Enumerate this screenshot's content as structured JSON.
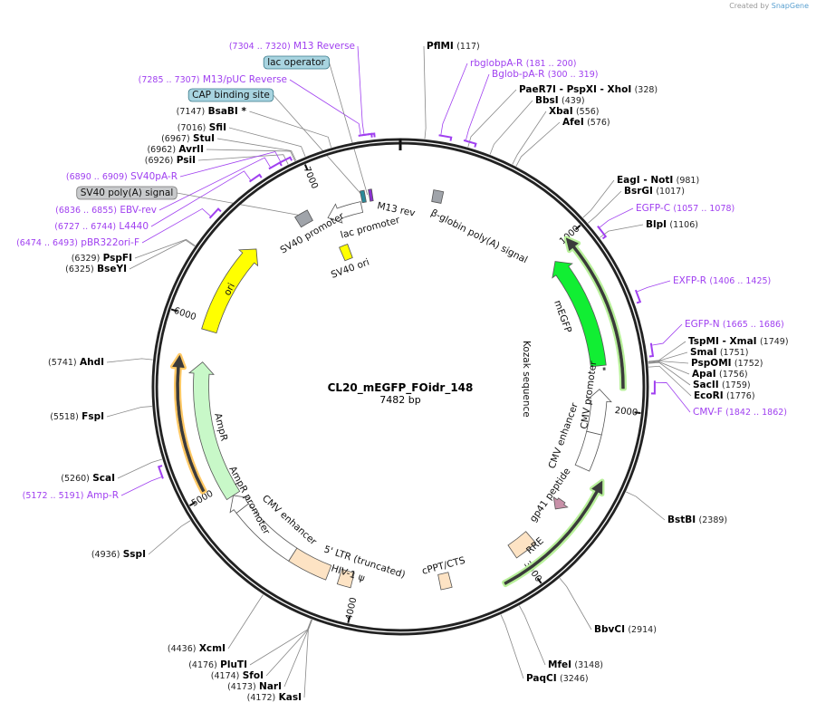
{
  "credit": {
    "prefix": "Created by",
    "brand": "SnapGene"
  },
  "plasmid": {
    "name": "CL20_mEGFP_FOidr_148",
    "length_label": "7482 bp",
    "length_bp": 7482
  },
  "ticks": [
    1000,
    2000,
    3000,
    4000,
    5000,
    6000,
    7000
  ],
  "colors": {
    "backbone": "#222222",
    "primer": "#a040f0",
    "enzyme_line": "#888888",
    "box_blue": "#a8d4e0",
    "box_gray": "#c8cacc"
  },
  "enzymes": [
    {
      "name": "PflMI",
      "pos": 117
    },
    {
      "name": "PaeR7I  - PspXI  - XhoI",
      "pos": 328
    },
    {
      "name": "BbsI",
      "pos": 439
    },
    {
      "name": "XbaI",
      "pos": 556
    },
    {
      "name": "AfeI",
      "pos": 576
    },
    {
      "name": "EagI  - NotI",
      "pos": 981
    },
    {
      "name": "BsrGI",
      "pos": 1017
    },
    {
      "name": "BlpI",
      "pos": 1106
    },
    {
      "name": "TspMI  - XmaI",
      "pos": 1749
    },
    {
      "name": "SmaI",
      "pos": 1751
    },
    {
      "name": "PspOMI",
      "pos": 1752
    },
    {
      "name": "ApaI",
      "pos": 1756
    },
    {
      "name": "SacII",
      "pos": 1759
    },
    {
      "name": "EcoRI",
      "pos": 1776
    },
    {
      "name": "BstBI",
      "pos": 2389
    },
    {
      "name": "BbvCI",
      "pos": 2914
    },
    {
      "name": "MfeI",
      "pos": 3148
    },
    {
      "name": "PaqCI",
      "pos": 3246
    },
    {
      "name": "KasI",
      "pos": 4172
    },
    {
      "name": "NarI",
      "pos": 4173
    },
    {
      "name": "SfoI",
      "pos": 4174
    },
    {
      "name": "PluTI",
      "pos": 4176
    },
    {
      "name": "XcmI",
      "pos": 4436
    },
    {
      "name": "SspI",
      "pos": 4936
    },
    {
      "name": "ScaI",
      "pos": 5260
    },
    {
      "name": "FspI",
      "pos": 5518
    },
    {
      "name": "AhdI",
      "pos": 5741
    },
    {
      "name": "BseYI",
      "pos": 6325
    },
    {
      "name": "PspFI",
      "pos": 6329
    },
    {
      "name": "PsiI",
      "pos": 6926
    },
    {
      "name": "AvrII",
      "pos": 6962
    },
    {
      "name": "StuI",
      "pos": 6967
    },
    {
      "name": "SfiI",
      "pos": 7016
    },
    {
      "name": "BsaBI *",
      "pos": 7147
    }
  ],
  "primers": [
    {
      "name": "rbglobpA-R",
      "range": "(181 .. 200)",
      "start": 181,
      "end": 200
    },
    {
      "name": "Bglob-pA-R",
      "range": "(300 .. 319)",
      "start": 300,
      "end": 319
    },
    {
      "name": "EGFP-C",
      "range": "(1057 .. 1078)",
      "start": 1057,
      "end": 1078
    },
    {
      "name": "EXFP-R",
      "range": "(1406 .. 1425)",
      "start": 1406,
      "end": 1425
    },
    {
      "name": "EGFP-N",
      "range": "(1665 .. 1686)",
      "start": 1665,
      "end": 1686
    },
    {
      "name": "CMV-F",
      "range": "(1842 .. 1862)",
      "start": 1842,
      "end": 1862
    },
    {
      "name": "Amp-R",
      "range": "(5172 .. 5191)",
      "start": 5172,
      "end": 5191
    },
    {
      "name": "pBR322ori-F",
      "range": "(6474 .. 6493)",
      "start": 6474,
      "end": 6493
    },
    {
      "name": "L4440",
      "range": "(6727 .. 6744)",
      "start": 6727,
      "end": 6744
    },
    {
      "name": "EBV-rev",
      "range": "(6836 .. 6855)",
      "start": 6836,
      "end": 6855
    },
    {
      "name": "SV40pA-R",
      "range": "(6890 .. 6909)",
      "start": 6890,
      "end": 6909
    },
    {
      "name": "M13/pUC Reverse",
      "range": "(7285 .. 7307)",
      "start": 7285,
      "end": 7307
    },
    {
      "name": "M13 Reverse",
      "range": "(7304 .. 7320)",
      "start": 7304,
      "end": 7320
    }
  ],
  "boxed_labels": [
    {
      "name": "lac operator",
      "style": "blue",
      "pos": 7280
    },
    {
      "name": "CAP binding site",
      "style": "blue",
      "pos": 7250
    },
    {
      "name": "SV40 poly(A) signal",
      "style": "gray",
      "pos": 6880
    }
  ],
  "features": [
    {
      "name": "β-globin poly(A) signal",
      "start": 200,
      "end": 260,
      "dir": 0,
      "ring": "box",
      "color": "#a0a4aa"
    },
    {
      "name": "mEGFP",
      "start": 1060,
      "end": 1745,
      "dir": -1,
      "ring": "inner",
      "color": "#11ee33"
    },
    {
      "start": 1000,
      "end": 1880,
      "dir": -1,
      "ring": "orf",
      "color": "#3a3a3a",
      "halo": "#b8f09a"
    },
    {
      "name": "Kozak sequence",
      "start": 1760,
      "end": 1772,
      "dir": 0,
      "ring": "mark",
      "color": "#555555"
    },
    {
      "name": "CMV promoter",
      "start": 1885,
      "end": 2150,
      "dir": -1,
      "ring": "inner",
      "color": "#ffffff"
    },
    {
      "name": "CMV enhancer",
      "start": 2150,
      "end": 2370,
      "dir": 0,
      "ring": "inner",
      "color": "#ffffff"
    },
    {
      "start": 2390,
      "end": 3160,
      "dir": -1,
      "ring": "orf",
      "color": "#3a3a3a",
      "halo": "#b8f09a"
    },
    {
      "name": "gp41 peptide",
      "start": 2600,
      "end": 2665,
      "dir": 1,
      "ring": "small",
      "color": "#c890a8"
    },
    {
      "name": "RRE",
      "start": 2890,
      "end": 3030,
      "dir": 0,
      "ring": "inner",
      "color": "#fde3c4"
    },
    {
      "name": "cPPT/CTS",
      "start": 3440,
      "end": 3505,
      "dir": 0,
      "ring": "inner",
      "color": "#fde3c4"
    },
    {
      "name": "HIV-1 ψ",
      "start": 4030,
      "end": 4110,
      "dir": 0,
      "ring": "inner",
      "color": "#fde3c4"
    },
    {
      "name": "5' LTR (truncated)",
      "start": 4180,
      "end": 4420,
      "dir": 0,
      "ring": "inner",
      "color": "#fde3c4"
    },
    {
      "name": "CMV enhancer",
      "start": 4420,
      "end": 4830,
      "dir": 0,
      "ring": "inner",
      "color": "#ffffff"
    },
    {
      "name": "AmpR promoter",
      "start": 4830,
      "end": 4925,
      "dir": 1,
      "ring": "inner",
      "color": "#ffffff"
    },
    {
      "name": "AmpR",
      "start": 4925,
      "end": 5760,
      "dir": 1,
      "ring": "inner",
      "color": "#c8f8c8"
    },
    {
      "start": 5030,
      "end": 5780,
      "dir": 1,
      "ring": "orf",
      "color": "#3a3a3a",
      "halo": "#ffc864"
    },
    {
      "name": "ori",
      "start": 5950,
      "end": 6520,
      "dir": 1,
      "ring": "inner",
      "color": "#ffff00"
    },
    {
      "name": "SV40 promoter",
      "start": 6820,
      "end": 6905,
      "dir": 0,
      "ring": "box",
      "color": "#a0a4aa"
    },
    {
      "start": 7000,
      "end": 7230,
      "dir": -1,
      "ring": "mid",
      "color": "#ffffff"
    },
    {
      "name": "SV40 ori",
      "start": 6990,
      "end": 7060,
      "dir": 0,
      "ring": "core",
      "color": "#ffff00"
    },
    {
      "name": "lac promoter",
      "start": 7240,
      "end": 7265,
      "dir": 0,
      "ring": "box",
      "color": "#2a8a9a"
    },
    {
      "name": "M13 rev",
      "start": 7290,
      "end": 7310,
      "dir": 0,
      "ring": "box",
      "color": "#8a30d0"
    }
  ]
}
